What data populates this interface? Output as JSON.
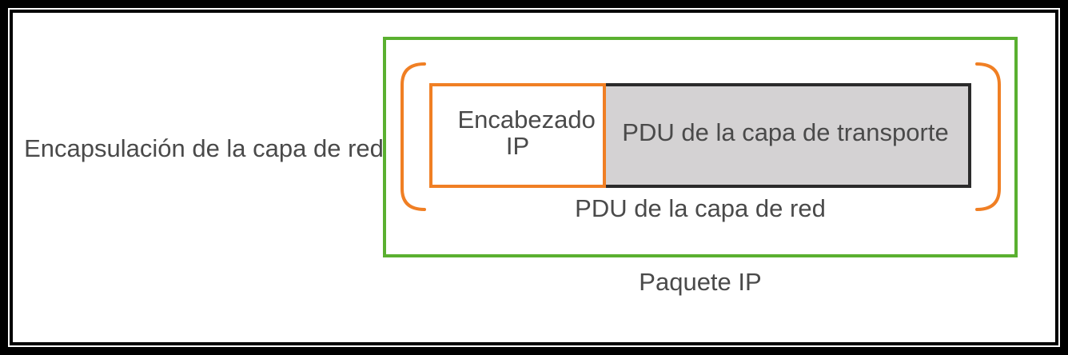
{
  "diagram": {
    "side_label": "Encapsulación de la capa de red",
    "header_label": "Encabezado IP",
    "transport_pdu_label": "PDU de la capa de transporte",
    "network_pdu_label": "PDU de la capa de red",
    "packet_label": "Paquete IP"
  },
  "colors": {
    "packet_border": "#5ab030",
    "bracket": "#f07f24",
    "header_border": "#f07f24",
    "transport_fill": "#d4d2d3",
    "transport_border": "#2b2b2b",
    "text": "#4a4a4a",
    "frame": "#000000"
  }
}
